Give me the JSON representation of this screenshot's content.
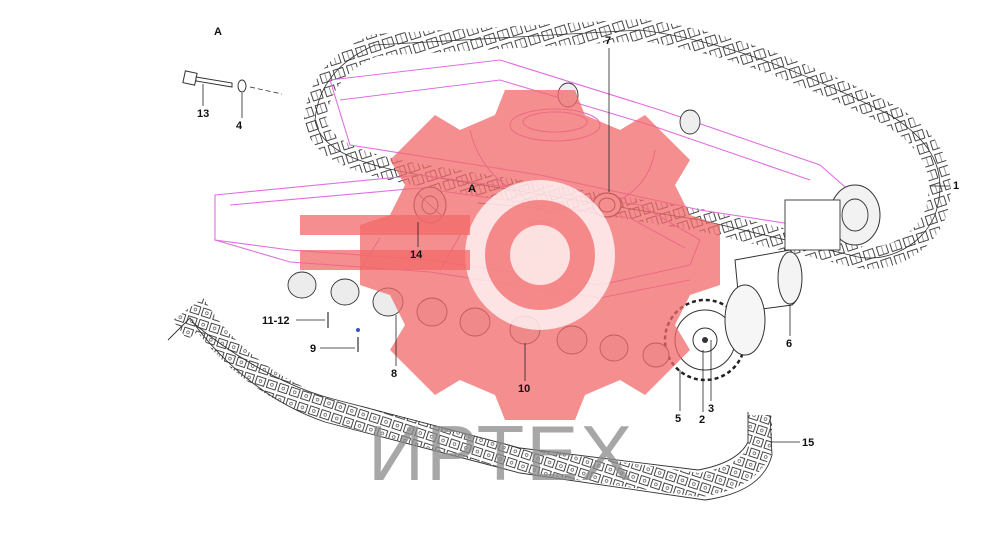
{
  "view_label": "A",
  "detail_label": "A",
  "watermark": {
    "text": "ИРТЕХ",
    "logo_color": "#f26a6a",
    "text_color": "#8a8a8a"
  },
  "frame_color": "#e070e0",
  "callouts": {
    "c1": "1",
    "c2": "2",
    "c3": "3",
    "c4": "4",
    "c5": "5",
    "c6": "6",
    "c7": "7",
    "c8": "8",
    "c9": "9",
    "c10": "10",
    "c11_12": "11-12",
    "c13": "13",
    "c14": "14",
    "c15": "15"
  }
}
